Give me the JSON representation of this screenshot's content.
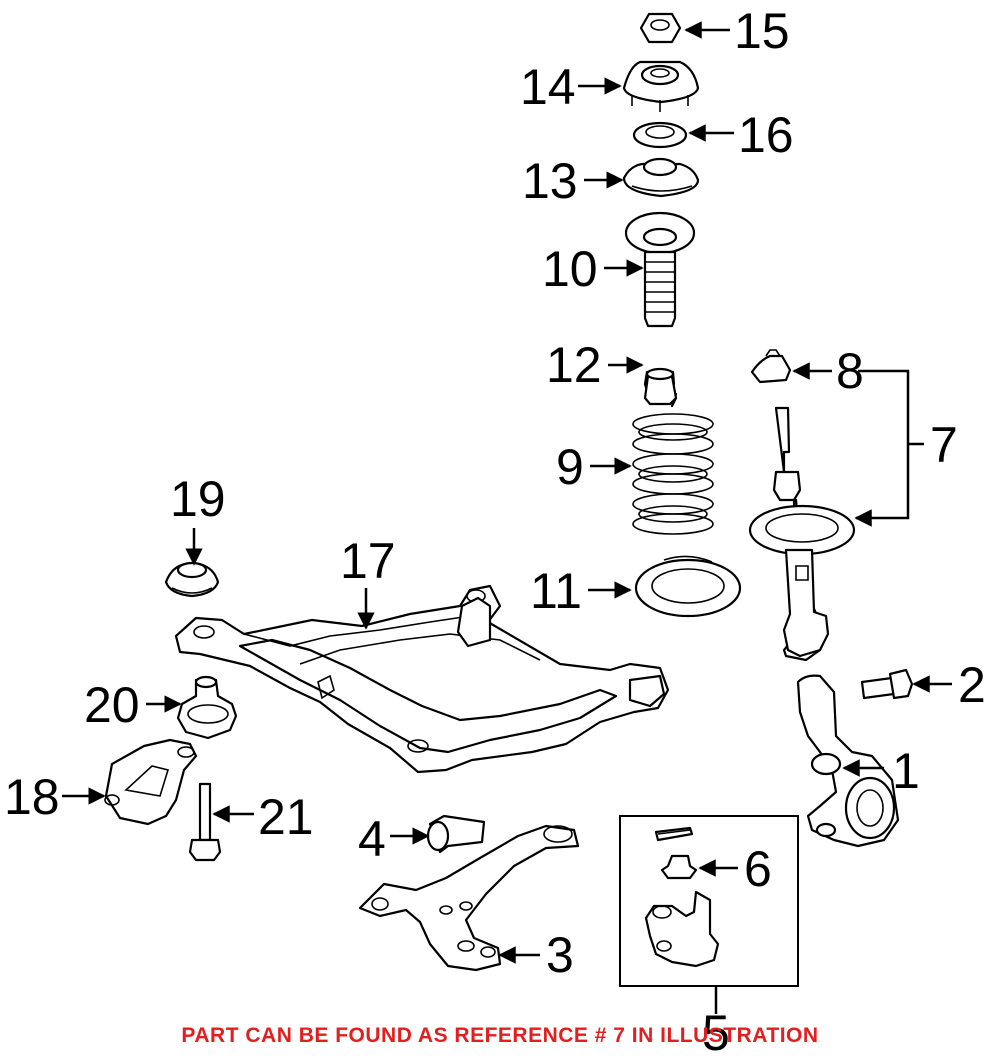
{
  "callouts": [
    "1",
    "2",
    "3",
    "4",
    "5",
    "6",
    "7",
    "8",
    "9",
    "10",
    "11",
    "12",
    "13",
    "14",
    "15",
    "16",
    "17",
    "18",
    "19",
    "20",
    "21"
  ],
  "note": {
    "text": "PART CAN BE FOUND AS REFERENCE # 7 IN ILLUSTRATION",
    "color": "#e02020"
  },
  "parts": {
    "1": "steering-knuckle-icon",
    "2": "bolt-icon",
    "3": "lower-control-arm-icon",
    "4": "bushing-icon",
    "5": "ball-joint-kit-icon",
    "6": "ball-joint-nut-icon",
    "7": "strut-assembly-icon",
    "8": "nut-icon",
    "9": "coil-spring-icon",
    "10": "dust-boot-icon",
    "11": "spring-insulator-icon",
    "12": "bump-stop-icon",
    "13": "spring-seat-icon",
    "14": "strut-mount-icon",
    "15": "nut-icon",
    "16": "bearing-icon",
    "17": "crossmember-icon",
    "18": "bracket-icon",
    "19": "mount-insulator-icon",
    "20": "mount-insulator-icon",
    "21": "bolt-icon"
  }
}
